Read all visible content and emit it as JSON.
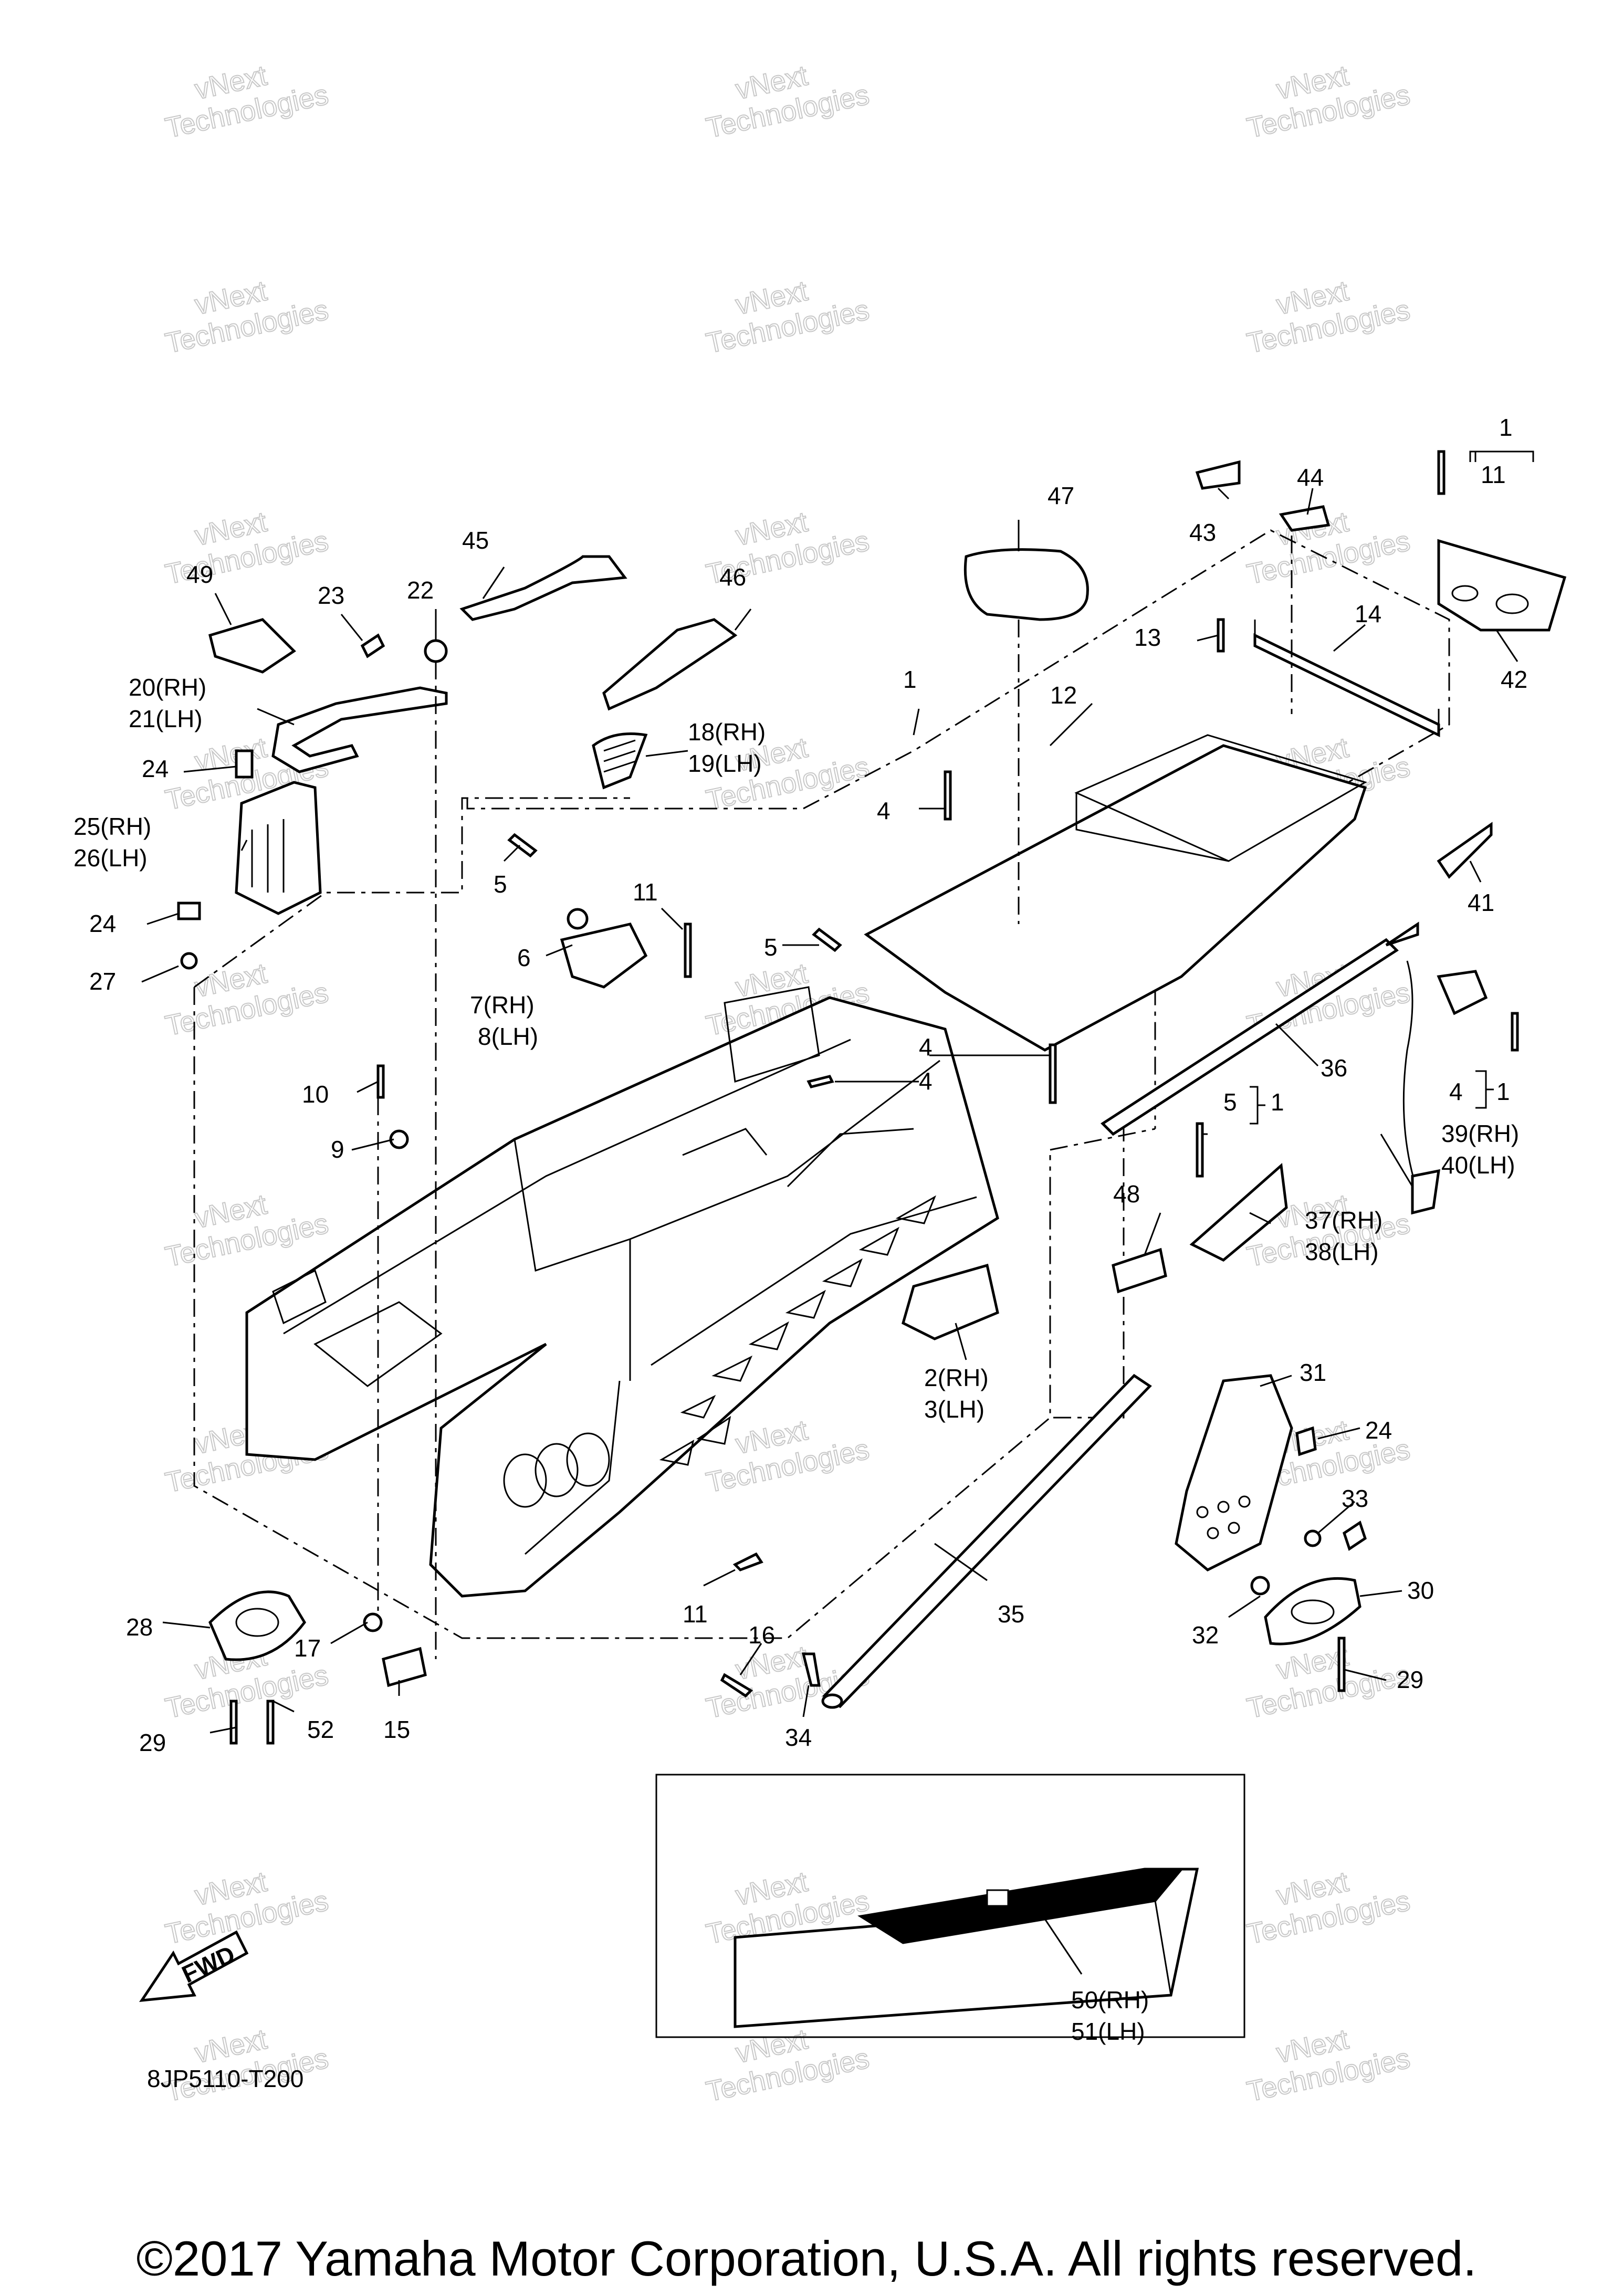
{
  "watermark": {
    "line1": "vNext",
    "line2": "Technologies"
  },
  "fwd_label": "FWD",
  "diagram_code": "8JP5110-T200",
  "copyright": "©2017 Yamaha Motor Corporation, U.S.A. All rights reserved.",
  "callouts": {
    "c1_top": "1",
    "c11_top": "11",
    "c42": "42",
    "c43": "43",
    "c44": "44",
    "c47": "47",
    "c45": "45",
    "c46": "46",
    "c49": "49",
    "c23": "23",
    "c22": "22",
    "c20": "20(RH)",
    "c21": "21(LH)",
    "c24a": "24",
    "c25": "25(RH)",
    "c26": "26(LH)",
    "c24b": "24",
    "c27": "27",
    "c18": "18(RH)",
    "c19": "19(LH)",
    "c1_mid": "1",
    "c12": "12",
    "c13": "13",
    "c14": "14",
    "c41": "41",
    "c4a": "4",
    "c5a": "5",
    "c6": "6",
    "c7": "7(RH)",
    "c8": "8(LH)",
    "c11b": "11",
    "c5b": "5",
    "c10": "10",
    "c9": "9",
    "c4b": "4",
    "c4c": "4",
    "c36": "36",
    "c4d": "4",
    "c1_right": "1",
    "c5c": "5",
    "c1_right2": "1",
    "c39": "39(RH)",
    "c40": "40(LH)",
    "c37": "37(RH)",
    "c38": "38(LH)",
    "c48": "48",
    "c2": "2(RH)",
    "c3": "3(LH)",
    "c31": "31",
    "c24c": "24",
    "c33": "33",
    "c30": "30",
    "c32": "32",
    "c29a": "29",
    "c35": "35",
    "c11c": "11",
    "c16": "16",
    "c34": "34",
    "c28": "28",
    "c17": "17",
    "c29b": "29",
    "c52": "52",
    "c15": "15",
    "c50": "50(RH)",
    "c51": "51(LH)"
  }
}
